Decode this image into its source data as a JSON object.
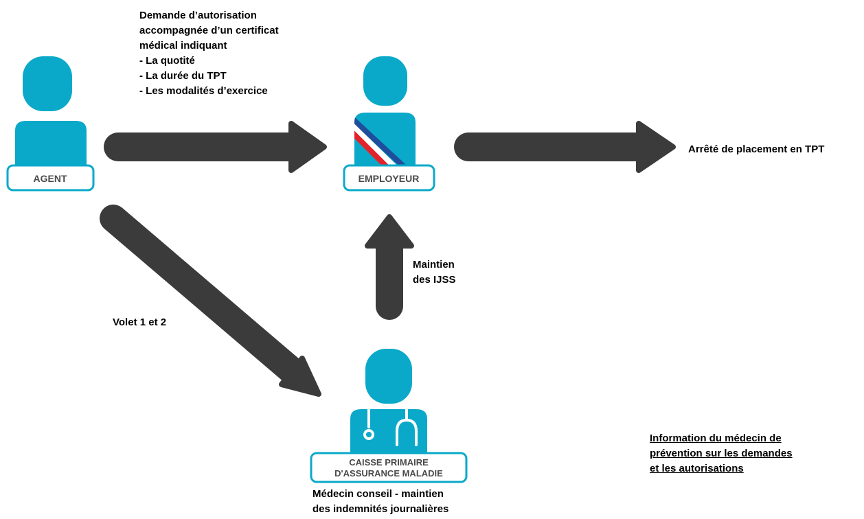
{
  "colors": {
    "person": "#0aa9c9",
    "arrow": "#3b3b3b",
    "label_border": "#0aa9c9",
    "label_text": "#4a4a4a",
    "sash_red": "#e3232b",
    "sash_blue": "#1f4e9c",
    "sash_white": "#ffffff"
  },
  "actors": {
    "agent": {
      "label": "AGENT",
      "icon": "person-icon"
    },
    "employeur": {
      "label": "EMPLOYEUR",
      "icon": "person-with-tricolor-sash-icon"
    },
    "cpam": {
      "label_lines": [
        "CAISSE PRIMAIRE",
        "D'ASSURANCE MALADIE"
      ],
      "icon": "doctor-with-stethoscope-icon"
    }
  },
  "texts": {
    "demande": [
      "Demande d’autorisation",
      "accompagnée d’un certificat",
      "médical indiquant",
      "- La quotité",
      "- La durée du TPT",
      "- Les modalités d’exercice"
    ],
    "arrete": "Arrêté de placement en TPT",
    "maintien_ijss": [
      "Maintien",
      "des IJSS"
    ],
    "volet": "Volet 1 et 2",
    "medecin_conseil": [
      "Médecin conseil -  maintien",
      "des indemnités journalières"
    ],
    "information": [
      "Information du médecin de",
      "prévention sur les demandes",
      "et les autorisations"
    ]
  }
}
